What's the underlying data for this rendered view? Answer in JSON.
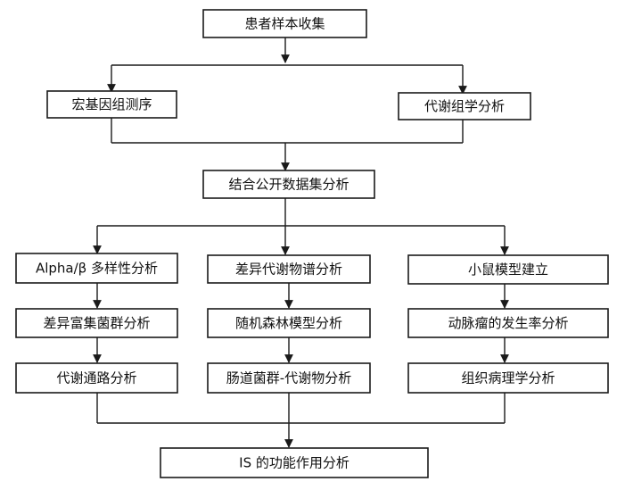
{
  "nodes": {
    "sample_collection": "患者样本收集",
    "metagenomic_sequencing": "宏基因组测序",
    "metabolomic_analysis": "代谢组学分析",
    "public_dataset_analysis": "结合公开数据集分析",
    "alpha_beta_diversity": "Alpha/β 多样性分析",
    "differential_metabolite_profile": "差异代谢物谱分析",
    "mouse_model": "小鼠模型建立",
    "differentially_enriched_taxa": "差异富集菌群分析",
    "random_forest_model": "随机森林模型分析",
    "aneurysm_incidence": "动脉瘤的发生率分析",
    "metabolic_pathway": "代谢通路分析",
    "microbe_metabolite": "肠道菌群-代谢物分析",
    "histopathology": "组织病理学分析",
    "is_function": "IS 的功能作用分析"
  },
  "colors": {
    "stroke": "#1a1a1a",
    "fill": "#ffffff",
    "text": "#111111"
  }
}
